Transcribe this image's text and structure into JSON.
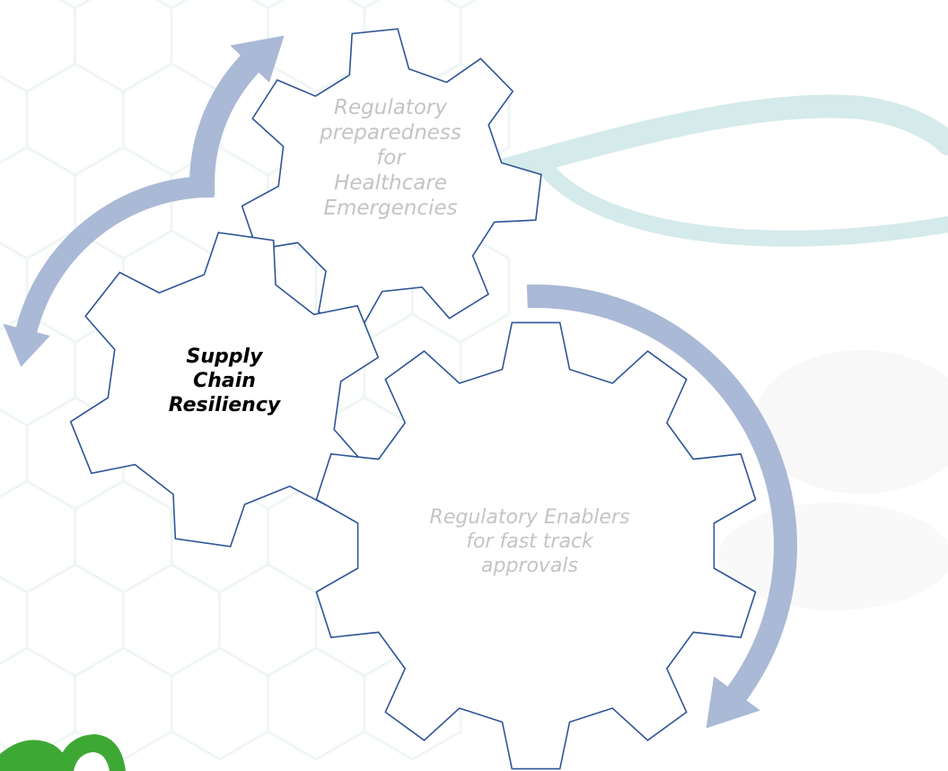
{
  "gears": [
    {
      "id": "regulatory-preparedness",
      "lines": [
        "Regulatory",
        "preparedness",
        "for",
        "Healthcare",
        "Emergencies"
      ],
      "emphasis": "muted",
      "teeth": 7
    },
    {
      "id": "supply-chain-resiliency",
      "lines": [
        "Supply",
        "Chain",
        "Resiliency"
      ],
      "emphasis": "highlighted",
      "teeth": 6
    },
    {
      "id": "regulatory-enablers",
      "lines": [
        "Regulatory Enablers",
        "for fast track",
        "approvals"
      ],
      "emphasis": "muted",
      "teeth": 10
    }
  ],
  "colors": {
    "gear_stroke": "#2e5597",
    "gear_fill": "#ffffff",
    "arrow_fill": "#a9b9d6",
    "muted_text": "#c4c4c4",
    "highlight_text": "#000000",
    "background_hexagons": "#e3f0ee",
    "stethoscope_tube": "#b9dcdc",
    "logo_green": "#3ea835"
  },
  "cycle_direction": "counter-clockwise",
  "background_motif": "medical hexagon pattern with stethoscope"
}
